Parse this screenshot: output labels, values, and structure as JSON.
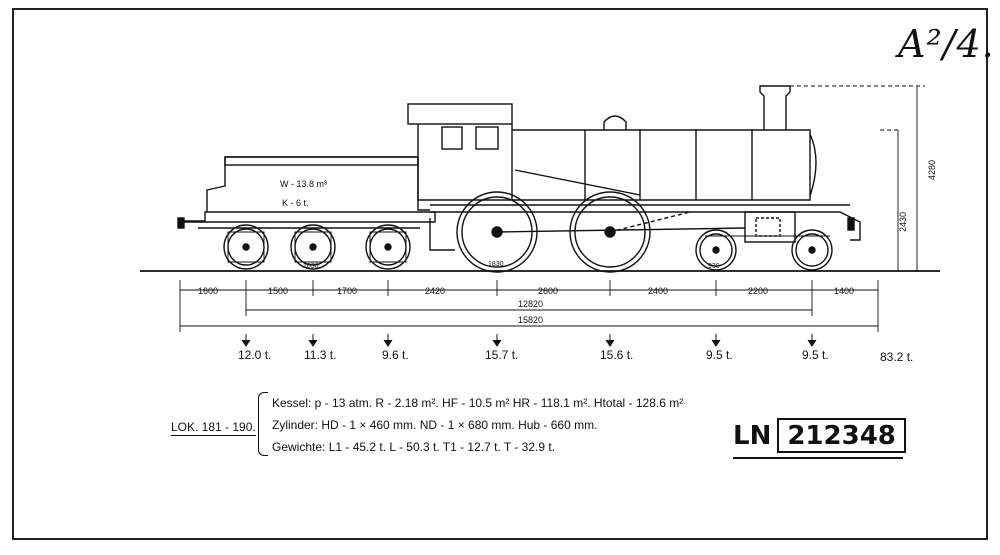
{
  "class_mark": "A²/4.",
  "tender_labels": {
    "water": "W - 13.8 m³",
    "coal": "K - 6 t."
  },
  "wheel_labels": {
    "tender": "1030",
    "driver": "1830",
    "trailing": "930"
  },
  "dimensions": {
    "segments": [
      "1600",
      "1500",
      "1700",
      "2420",
      "2600",
      "2400",
      "2200",
      "1400"
    ],
    "wheelbase": "12820",
    "overall": "15820",
    "height_chimney": "4280",
    "height_boiler": "2430"
  },
  "axle_weights": [
    "12.0 t.",
    "11.3 t.",
    "9.6 t.",
    "15.7 t.",
    "15.6 t.",
    "9.5 t.",
    "9.5 t."
  ],
  "total_weight": "83.2 t.",
  "lok_label": "LOK. 181 - 190.",
  "specs": {
    "kessel": "Kessel: p - 13 atm. R - 2.18 m². HF - 10.5 m² HR - 118.1 m². Htotal - 128.6 m²",
    "zylinder": "Zylinder: HD - 1 × 460 mm. ND - 1 × 680 mm. Hub - 660 mm.",
    "gewichte": "Gewichte: L1 - 45.2 t. L - 50.3 t. T1 - 12.7 t. T - 32.9 t."
  },
  "ln": {
    "prefix": "LN",
    "number": "212348"
  }
}
